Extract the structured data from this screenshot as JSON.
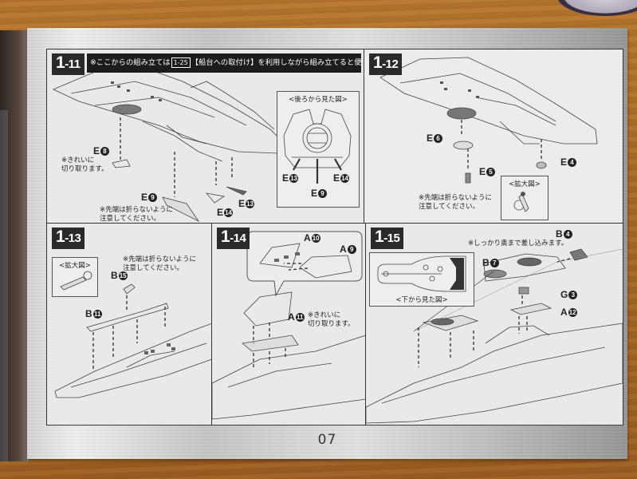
{
  "page_number": "07",
  "steps": {
    "s11": {
      "number_main": "1",
      "number_sub": "-11",
      "banner_prefix": "※ここからの組み立ては",
      "banner_ref": "1-25",
      "banner_suffix": "【船台への取付け】を利用しながら組み立てると便利です。",
      "inset_title": "<後ろから見た図>",
      "note_clean_cut": "※きれいに\n切り取ります。",
      "note_tip": "※先端は折らないように\n注意してください。",
      "parts": {
        "e8": {
          "letter": "E",
          "num": "8"
        },
        "e9": {
          "letter": "E",
          "num": "9"
        },
        "e14": {
          "letter": "E",
          "num": "14"
        },
        "e13": {
          "letter": "E",
          "num": "13"
        },
        "inset_e13": {
          "letter": "E",
          "num": "13"
        },
        "inset_e14": {
          "letter": "E",
          "num": "14"
        },
        "inset_e9": {
          "letter": "E",
          "num": "9"
        }
      }
    },
    "s12": {
      "number_main": "1",
      "number_sub": "-12",
      "inset_title": "<拡大図>",
      "note_tip": "※先端は折らないように\n注意してください。",
      "parts": {
        "e6": {
          "letter": "E",
          "num": "6"
        },
        "e5": {
          "letter": "E",
          "num": "5"
        },
        "e4": {
          "letter": "E",
          "num": "4"
        }
      }
    },
    "s13": {
      "number_main": "1",
      "number_sub": "-13",
      "inset_title": "<拡大図>",
      "note_tip": "※先端は折らないように\n注意してください。",
      "parts": {
        "b15": {
          "letter": "B",
          "num": "15"
        },
        "b11": {
          "letter": "B",
          "num": "11"
        }
      }
    },
    "s14": {
      "number_main": "1",
      "number_sub": "-14",
      "note_clean_cut": "※きれいに\n切り取ります。",
      "parts": {
        "a10": {
          "letter": "A",
          "num": "10"
        },
        "a9": {
          "letter": "A",
          "num": "9"
        },
        "a11": {
          "letter": "A",
          "num": "11"
        }
      }
    },
    "s15": {
      "number_main": "1",
      "number_sub": "-15",
      "inset_title": "<下から見た図>",
      "note_insert": "※しっかり奥まで差し込みます。",
      "parts": {
        "b4": {
          "letter": "B",
          "num": "4"
        },
        "b7": {
          "letter": "B",
          "num": "7"
        },
        "g3": {
          "letter": "G",
          "num": "3"
        },
        "a12": {
          "letter": "A",
          "num": "12"
        }
      }
    }
  },
  "colors": {
    "step_badge": "#2a2a2a",
    "banner": "#1c1c1c",
    "panel": "#ebebeb",
    "wood": "#a96a28"
  }
}
